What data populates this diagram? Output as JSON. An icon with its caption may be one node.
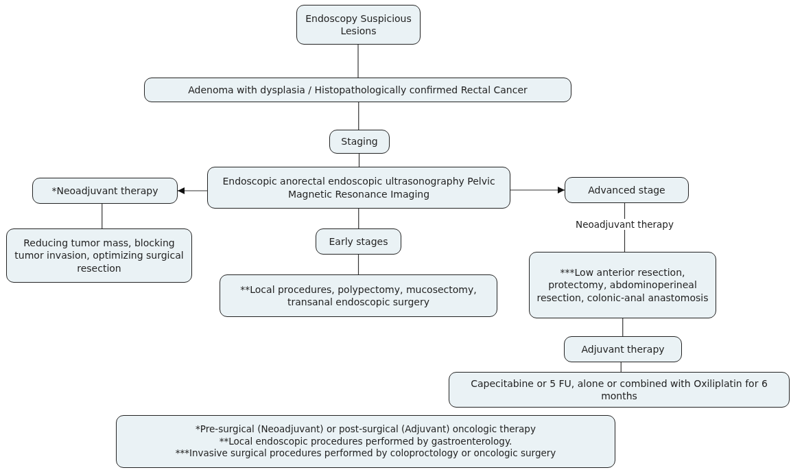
{
  "diagram": {
    "nodes": [
      {
        "text": [
          "Endoscopy Suspicious Lesions"
        ]
      },
      {
        "text": [
          "Adenoma with dysplasia / Histopathologically confirmed Rectal Cancer"
        ]
      },
      {
        "text": [
          "Staging"
        ]
      },
      {
        "text": [
          "Endoscopic anorectal endoscopic ultrasonography Pelvic Magnetic Resonance Imaging"
        ]
      },
      {
        "text": [
          "*Neoadjuvant therapy"
        ]
      },
      {
        "text": [
          "Advanced stage"
        ]
      },
      {
        "text": [
          "Reducing tumor mass, blocking tumor invasion, optimizing surgical resection"
        ]
      },
      {
        "text": [
          "Early stages"
        ]
      },
      {
        "text": [
          "**Local procedures, polypectomy, mucosectomy, transanal endoscopic surgery"
        ]
      },
      {
        "text": [
          "***Low anterior resection, protectomy, abdominoperineal resection, colonic-anal anastomosis"
        ]
      },
      {
        "text": [
          "Adjuvant therapy"
        ]
      },
      {
        "text": [
          "Capecitabine or 5 FU, alone or combined with Oxiliplatin for 6 months"
        ]
      },
      {
        "text": [
          "*Pre-surgical (Neoadjuvant) or post-surgical (Adjuvant) oncologic therapy",
          "**Local endoscopic procedures performed by gastroenterology.",
          "***Invasive surgical procedures performed by coloproctology or oncologic surgery"
        ]
      }
    ],
    "edges": [
      {
        "from": 0,
        "to": 1,
        "arrow": "none"
      },
      {
        "from": 1,
        "to": 2,
        "arrow": "none"
      },
      {
        "from": 2,
        "to": 3,
        "arrow": "none"
      },
      {
        "from": 3,
        "to": 4,
        "arrow": "to"
      },
      {
        "from": 3,
        "to": 5,
        "arrow": "to"
      },
      {
        "from": 4,
        "to": 6,
        "arrow": "none"
      },
      {
        "from": 3,
        "to": 7,
        "arrow": "none"
      },
      {
        "from": 7,
        "to": 8,
        "arrow": "none"
      },
      {
        "from": 5,
        "to": 9,
        "arrow": "none",
        "label": "Neoadjuvant therapy"
      },
      {
        "from": 9,
        "to": 10,
        "arrow": "none"
      },
      {
        "from": 10,
        "to": 11,
        "arrow": "none"
      }
    ]
  }
}
